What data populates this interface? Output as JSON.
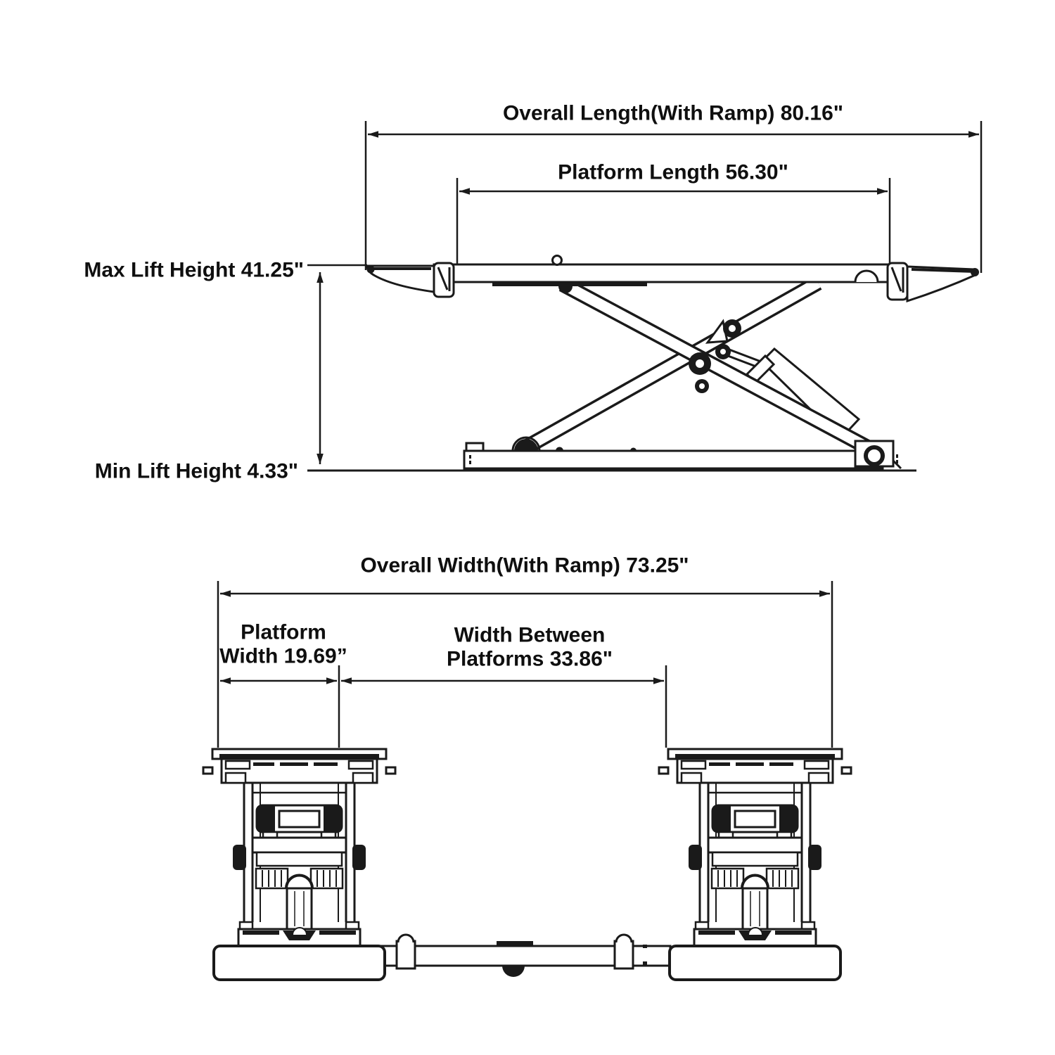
{
  "title": "Scissor lift dimension diagram",
  "colors": {
    "background": "#ffffff",
    "line": "#1a1a1a",
    "text": "#0f0f0f"
  },
  "side_view": {
    "overall_length": "Overall Length(With Ramp) 80.16\"",
    "platform_length": "Platform Length 56.30\"",
    "max_lift_height": "Max Lift Height  41.25\"",
    "min_lift_height": "Min Lift Height 4.33\""
  },
  "front_view": {
    "overall_width": "Overall Width(With Ramp) 73.25\"",
    "platform_width_line1": "Platform",
    "platform_width_line2": "Width 19.69”",
    "width_between_line1": "Width Between",
    "width_between_line2": "Platforms 33.86\""
  }
}
